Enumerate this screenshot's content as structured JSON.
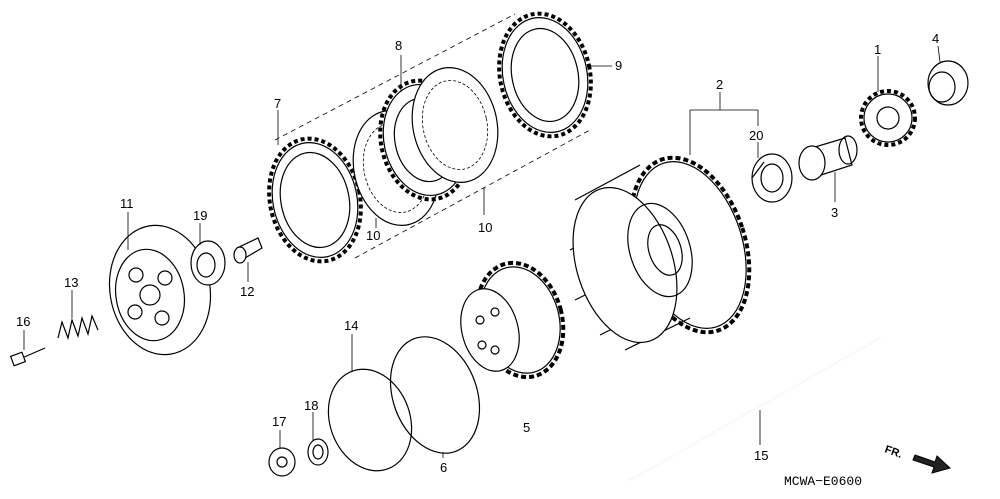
{
  "diagram": {
    "parts": [
      "1",
      "2",
      "3",
      "4",
      "5",
      "6",
      "7",
      "8",
      "9",
      "10",
      "10",
      "11",
      "12",
      "13",
      "14",
      "15",
      "16",
      "17",
      "18",
      "19",
      "20"
    ],
    "code": "MCWA−E0600",
    "direction": "FR."
  }
}
